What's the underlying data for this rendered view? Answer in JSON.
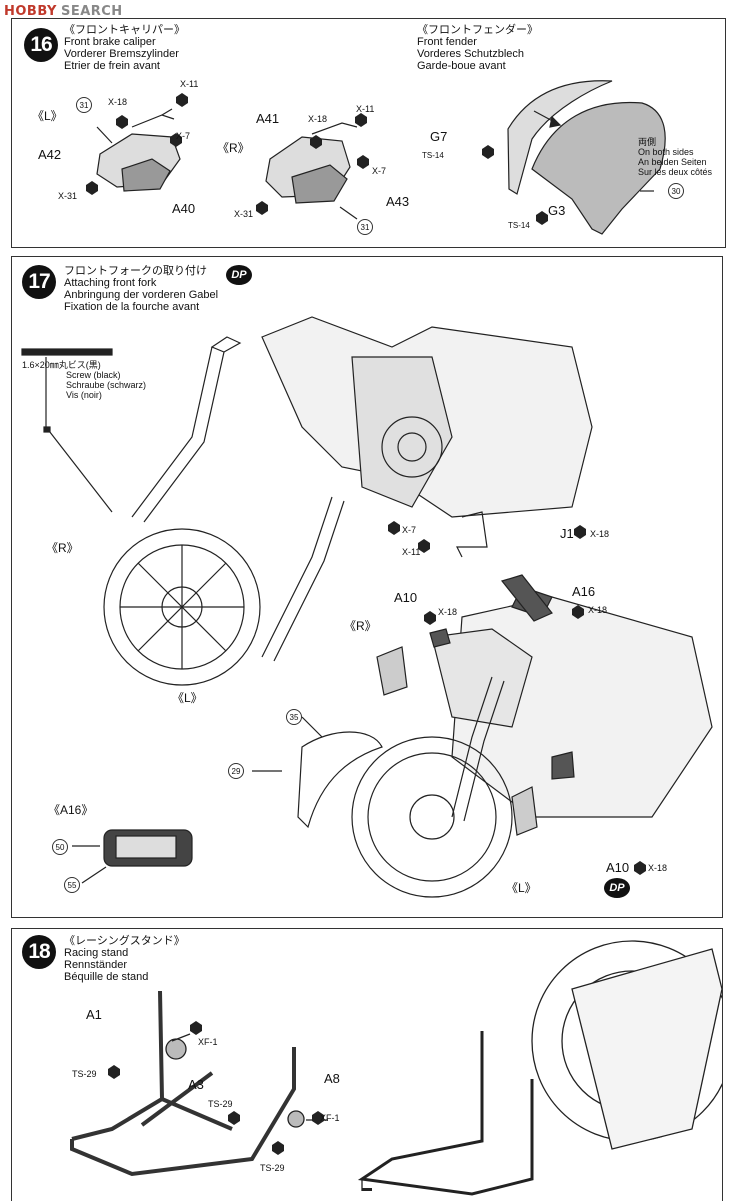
{
  "watermark": {
    "brand_a": "HOBBY",
    "brand_b": "SEARCH"
  },
  "step16": {
    "number": "16",
    "caliper_title": [
      "《フロントキャリパー》",
      "Front brake caliper",
      "Vorderer Bremszylinder",
      "Etrier de frein avant"
    ],
    "fender_title": [
      "《フロントフェンダー》",
      "Front fender",
      "Vorderes Schutzblech",
      "Garde-boue avant"
    ],
    "left_mark": "《L》",
    "right_mark": "《R》",
    "labels": {
      "a42": "A42",
      "a40": "A40",
      "a41": "A41",
      "a43": "A43",
      "g7": "G7",
      "g3": "G3",
      "x11a": "X-11",
      "x18a": "X-18",
      "x7a": "X-7",
      "x31a": "X-31",
      "x11b": "X-11",
      "x18b": "X-18",
      "x7b": "X-7",
      "x31b": "X-31",
      "ts14a": "TS-14",
      "ts14b": "TS-14",
      "c31a": "31",
      "c31b": "31",
      "c30": "30"
    },
    "both_sides": [
      "両側",
      "On both sides",
      "An beiden Seiten",
      "Sur les deux côtés"
    ]
  },
  "step17": {
    "number": "17",
    "dp": "DP",
    "title": [
      "フロントフォークの取り付け",
      "Attaching front fork",
      "Anbringung der vorderen Gabel",
      "Fixation de la fourche avant"
    ],
    "screw": [
      "1.6×20㎜丸ビス(黒)",
      "Screw (black)",
      "Schraube (schwarz)",
      "Vis (noir)"
    ],
    "labels": {
      "r1": "《R》",
      "l1": "《L》",
      "r2": "《R》",
      "l2": "《L》",
      "x7": "X-7",
      "x11": "X-11",
      "j1": "J1",
      "x18j": "X-18",
      "a16": "A16",
      "x18a16": "X-18",
      "a10": "A10",
      "x18a10": "X-18",
      "a10b": "A10",
      "x18a10b": "X-18",
      "a16box": "《A16》",
      "c35": "35",
      "c29": "29",
      "c50": "50",
      "c55": "55"
    },
    "dp2": "DP"
  },
  "step18": {
    "number": "18",
    "title": [
      "《レーシングスタンド》",
      "Racing stand",
      "Rennständer",
      "Béquille de stand"
    ],
    "labels": {
      "a1": "A1",
      "a3": "A3",
      "a8": "A8",
      "xf1a": "XF-1",
      "xf1b": "XF-1",
      "ts29a": "TS-29",
      "ts29b": "TS-29",
      "ts29c": "TS-29"
    }
  }
}
